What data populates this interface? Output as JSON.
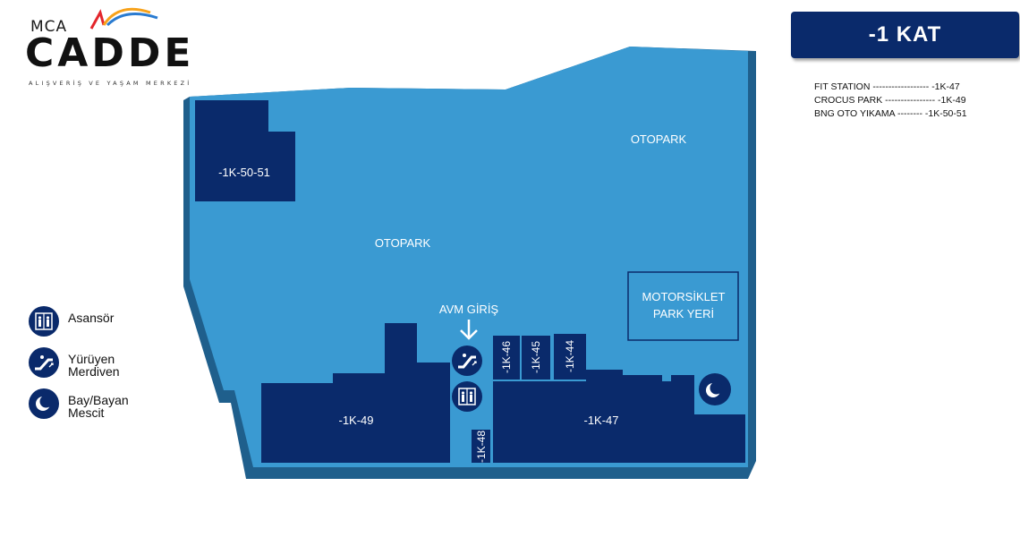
{
  "logo": {
    "brand_small": "MCA",
    "brand_main": "CADDE",
    "tagline": "ALIŞVERİŞ VE YAŞAM MERKEZİ"
  },
  "floor": {
    "title": "-1 KAT"
  },
  "store_list": [
    "FIT STATION  ------------------ -1K-47",
    "CROCUS PARK  ---------------- -1K-49",
    "BNG OTO YIKAMA --------  -1K-50-51"
  ],
  "legend": [
    {
      "label": "Asansör",
      "icon": "elevator-icon"
    },
    {
      "label": "Yürüyen Merdiven",
      "icon": "escalator-icon"
    },
    {
      "label": "Bay/Bayan Mescit",
      "icon": "crescent-moon-icon"
    }
  ],
  "map": {
    "parking_label_top": "OTOPARK",
    "parking_label_main": "OTOPARK",
    "motorcycle_line1": "MOTORSİKLET",
    "motorcycle_line2": "PARK YERİ",
    "entrance_label": "AVM GİRİŞ",
    "units": {
      "u5051": "-1K-50-51",
      "u49": "-1K-49",
      "u47": "-1K-47",
      "u48": "-1K-48",
      "u46": "-1K-46",
      "u45": "-1K-45",
      "u44": "-1K-44"
    }
  },
  "colors": {
    "map_fill": "#3a9ad2",
    "map_edge": "#1f5f8c",
    "unit_fill": "#0a2a6b",
    "header_fill": "#0a2a6b"
  }
}
